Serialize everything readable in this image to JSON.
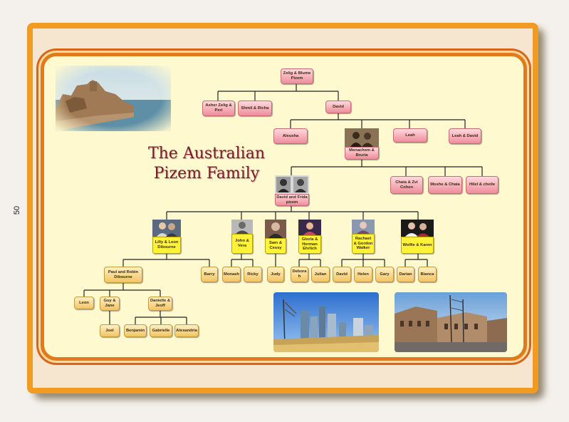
{
  "page_number": "50",
  "title_lines": [
    "The Australian",
    "Pizem Family"
  ],
  "tree": {
    "zelig_blume": "Zelig & Blume Pizem",
    "asher_zelig_peri": "Asher Zelig & Peri",
    "shmil_richa": "Shmil & Richa",
    "david": "David",
    "aleusha": "Aleusha",
    "menachem_bruria": "Menachem & Bruria",
    "leah": "Leah",
    "leah_david": "Leah & David",
    "david_frida": "David and Frida pizem",
    "chaia_zvi": "Chaia & Zvi Cohen",
    "moshe_chaia": "Moshe & Chaia",
    "hilel_cheile": "Hilel & cheile",
    "lilly_leon": "Lilly & Leon Dibourne",
    "john_vera": "John & Vera",
    "sam_cessy": "Sam & Cessy",
    "gloria_herman": "Gloria & Herman Ehrlich",
    "rachael_gordon": "Rachael & Gordon Walker",
    "wolfie_karen": "Wolfie & Karen",
    "paul_robin": "Paul and Robin Dibourne",
    "barry": "Barry",
    "monash": "Monash",
    "ricky": "Ricky",
    "judy": "Judy",
    "deborah": "Debora h",
    "julian": "Julian",
    "david2": "David",
    "helen": "Helen",
    "gary": "Gary",
    "darian": "Darian",
    "bianca": "Bianca",
    "leon": "Leon",
    "guy_jane": "Guy & Jane",
    "danielle_jeoff": "Danielle & Jeoff",
    "joel": "Joel",
    "benjamin": "Benjamin",
    "gabrielle": "Gabrielle",
    "alexandria": "Alexandria"
  },
  "colors": {
    "frame_orange": "#f29b23",
    "inner_border": "#e07a1a",
    "panel_bg": "#fff9d0",
    "title_color": "#7a1b2c",
    "pink_box": "#ee8d9b",
    "tan_box": "#f2c464",
    "yellow_box": "#fff33a",
    "connector": "#222222"
  }
}
